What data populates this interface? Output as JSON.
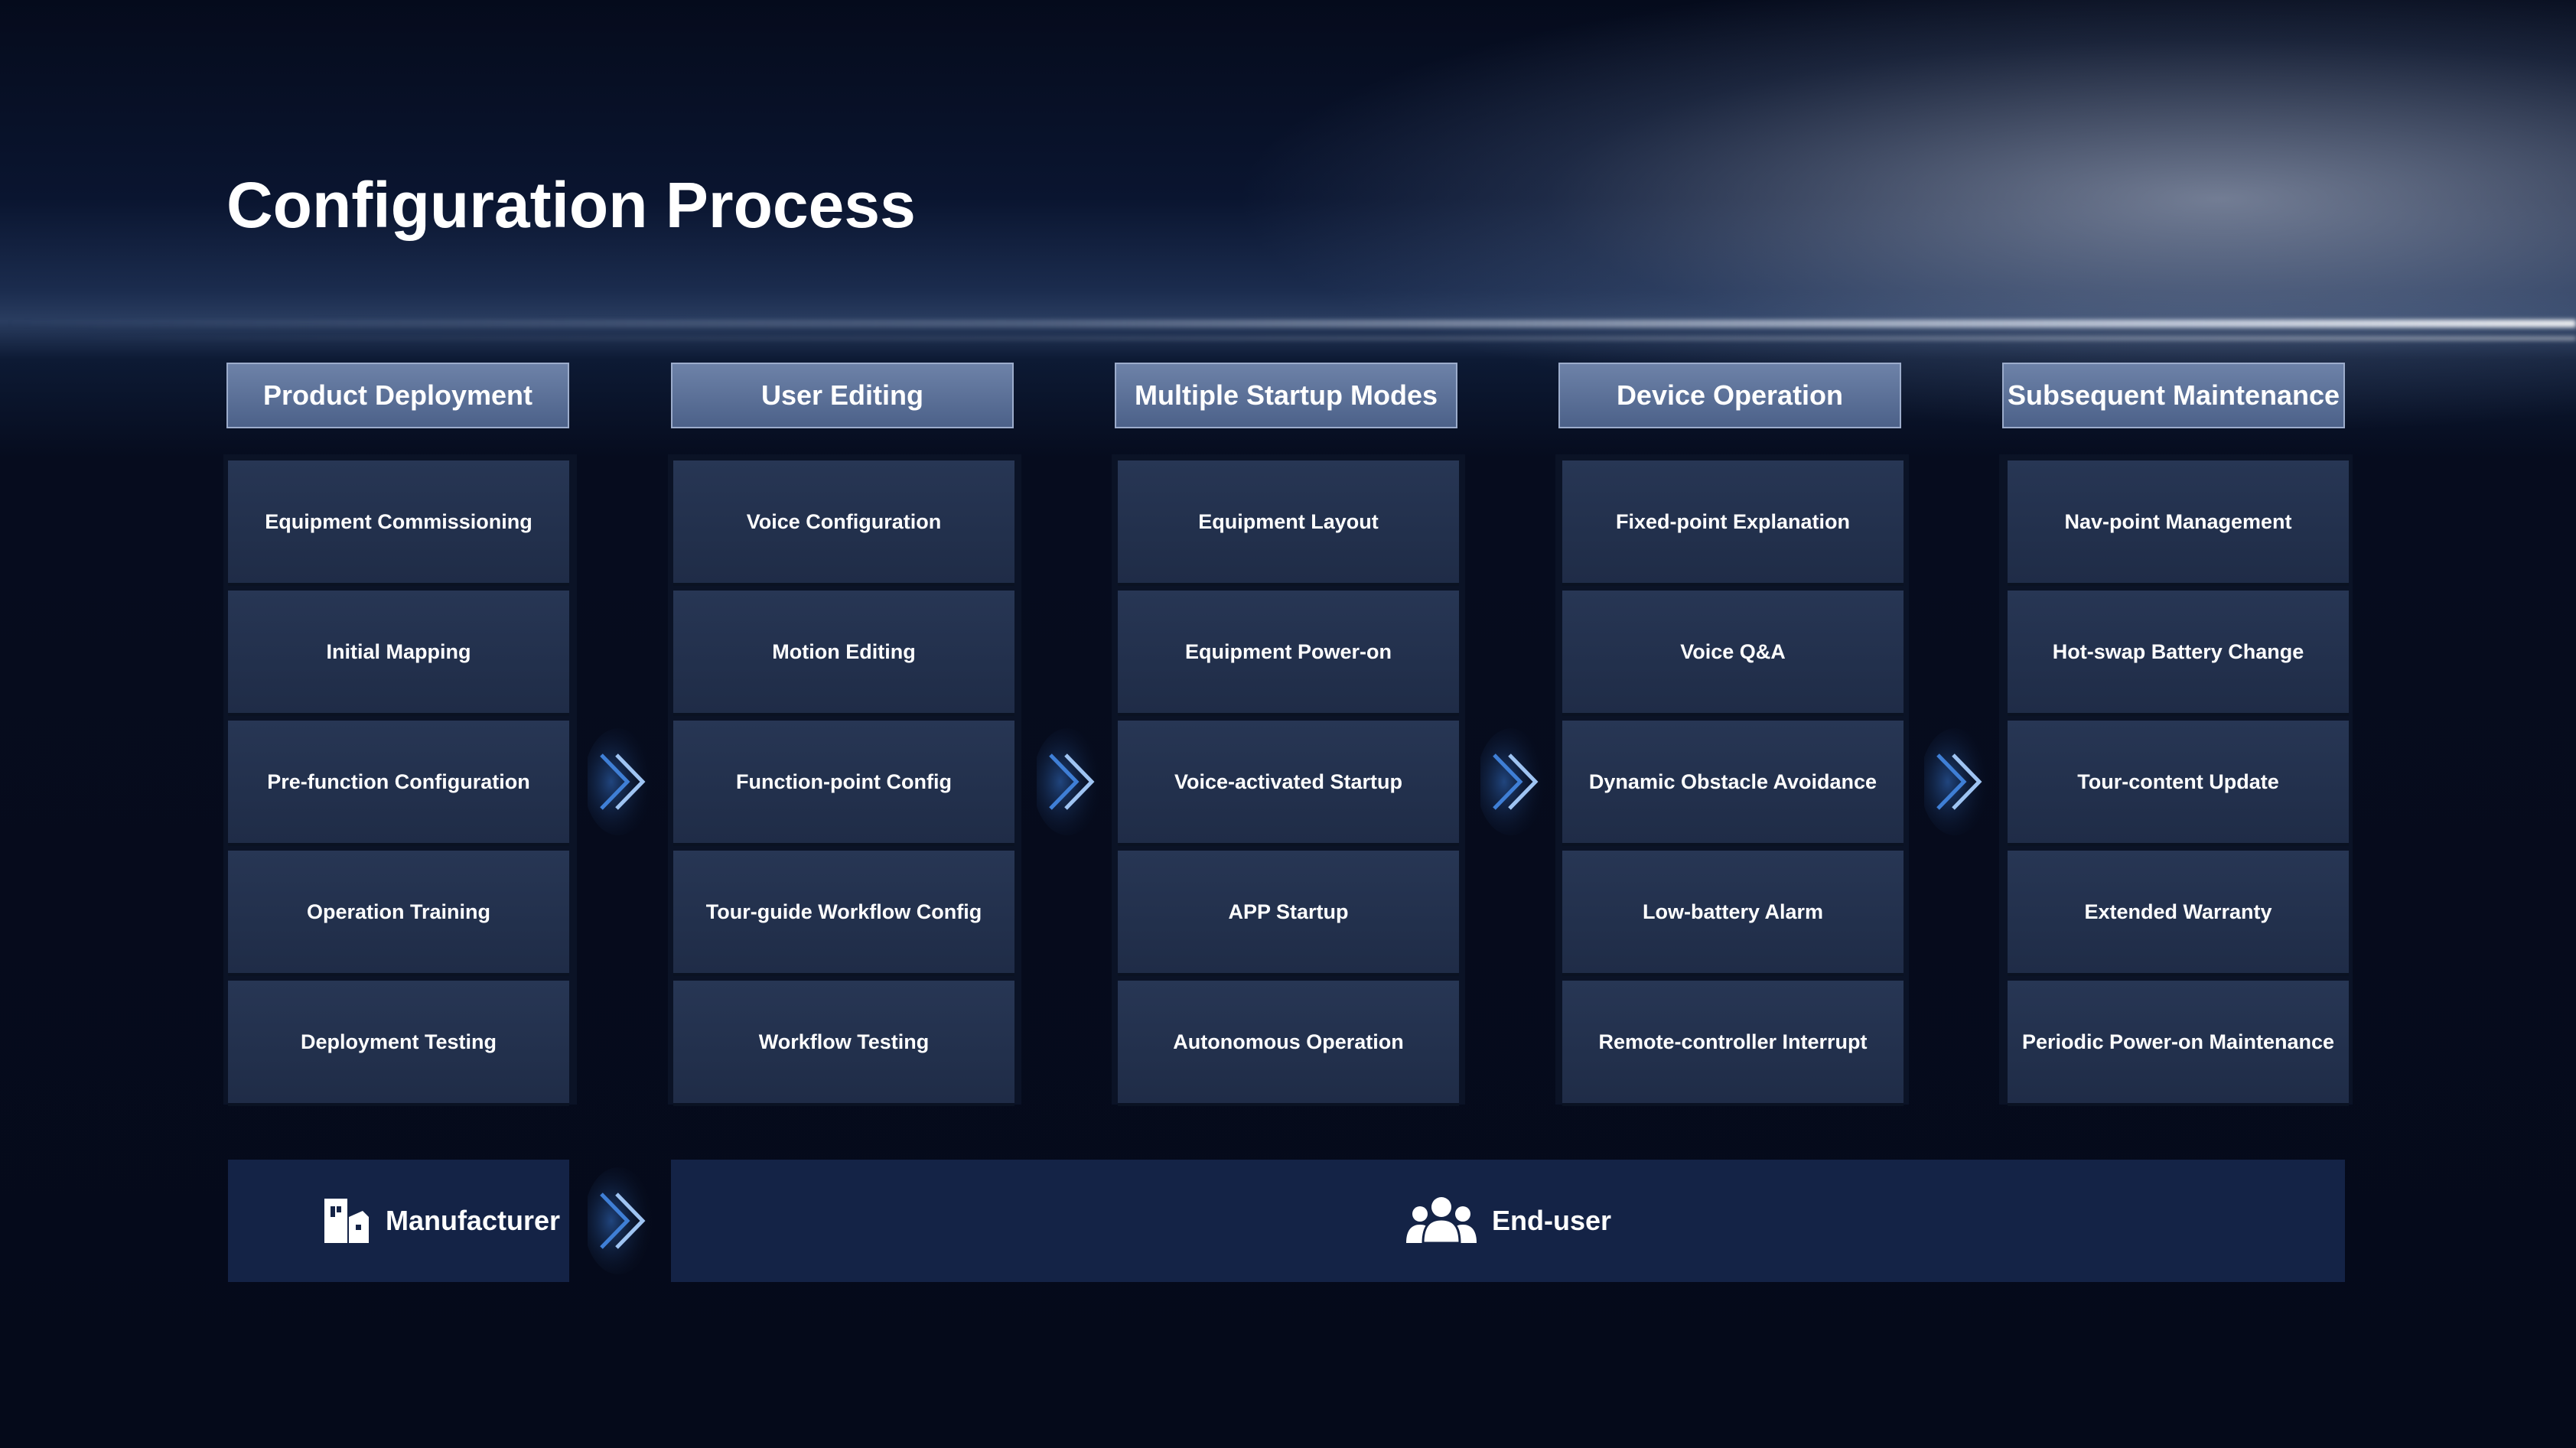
{
  "title": "Configuration Process",
  "columns": [
    {
      "header": "Product Deployment",
      "steps": [
        "Equipment Commissioning",
        "Initial Mapping",
        "Pre-function Configuration",
        "Operation Training",
        "Deployment Testing"
      ]
    },
    {
      "header": "User Editing",
      "steps": [
        "Voice Configuration",
        "Motion Editing",
        "Function-point Config",
        "Tour-guide Workflow Config",
        "Workflow Testing"
      ]
    },
    {
      "header": "Multiple Startup Modes",
      "steps": [
        "Equipment Layout",
        "Equipment Power-on",
        "Voice-activated Startup",
        "APP Startup",
        "Autonomous Operation"
      ]
    },
    {
      "header": "Device Operation",
      "steps": [
        "Fixed-point Explanation",
        "Voice Q&A",
        "Dynamic Obstacle Avoidance",
        "Low-battery Alarm",
        "Remote-controller Interrupt"
      ]
    },
    {
      "header": "Subsequent Maintenance",
      "steps": [
        "Nav-point Management",
        "Hot-swap Battery Change",
        "Tour-content Update",
        "Extended Warranty",
        "Periodic Power-on Maintenance"
      ]
    }
  ],
  "footer": {
    "manufacturer": {
      "label": "Manufacturer",
      "icon": "building-icon"
    },
    "end_user": {
      "label": "End-user",
      "icon": "users-icon"
    }
  },
  "colors": {
    "header_fill": "#5a6f96",
    "cell_fill": "#243350",
    "footer_fill": "#142346",
    "arrow": "#4a88d8"
  }
}
